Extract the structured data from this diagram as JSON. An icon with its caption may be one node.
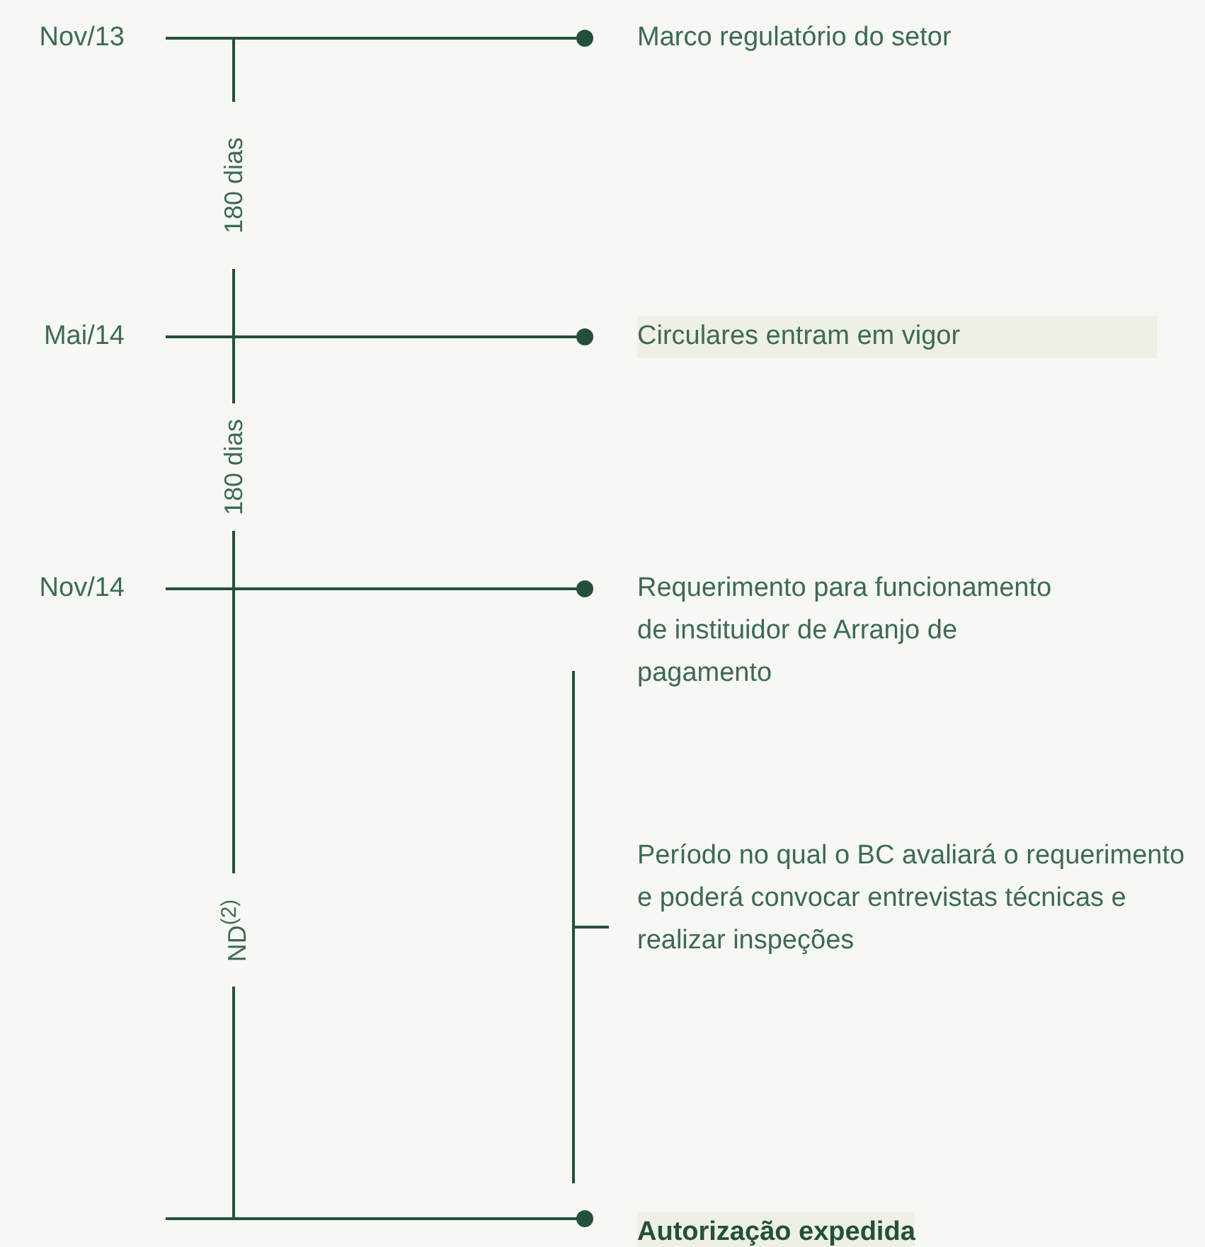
{
  "diagram": {
    "labels": [
      "Nov/13",
      "Marco regulatório do setor",
      "180 dias",
      "Mai/14",
      "Circulares entram em vigor",
      "180 dias",
      "Nov/14",
      "Requerimento para funcionamento de instituidor de Arranjo de pagamento",
      "Período no qual o BC avaliará o requerimento e poderá convocar entrevistas técnicas e realizar inspeções",
      "ND$^{(2)}$",
      "Autorização expedida"
    ]
  }
}
